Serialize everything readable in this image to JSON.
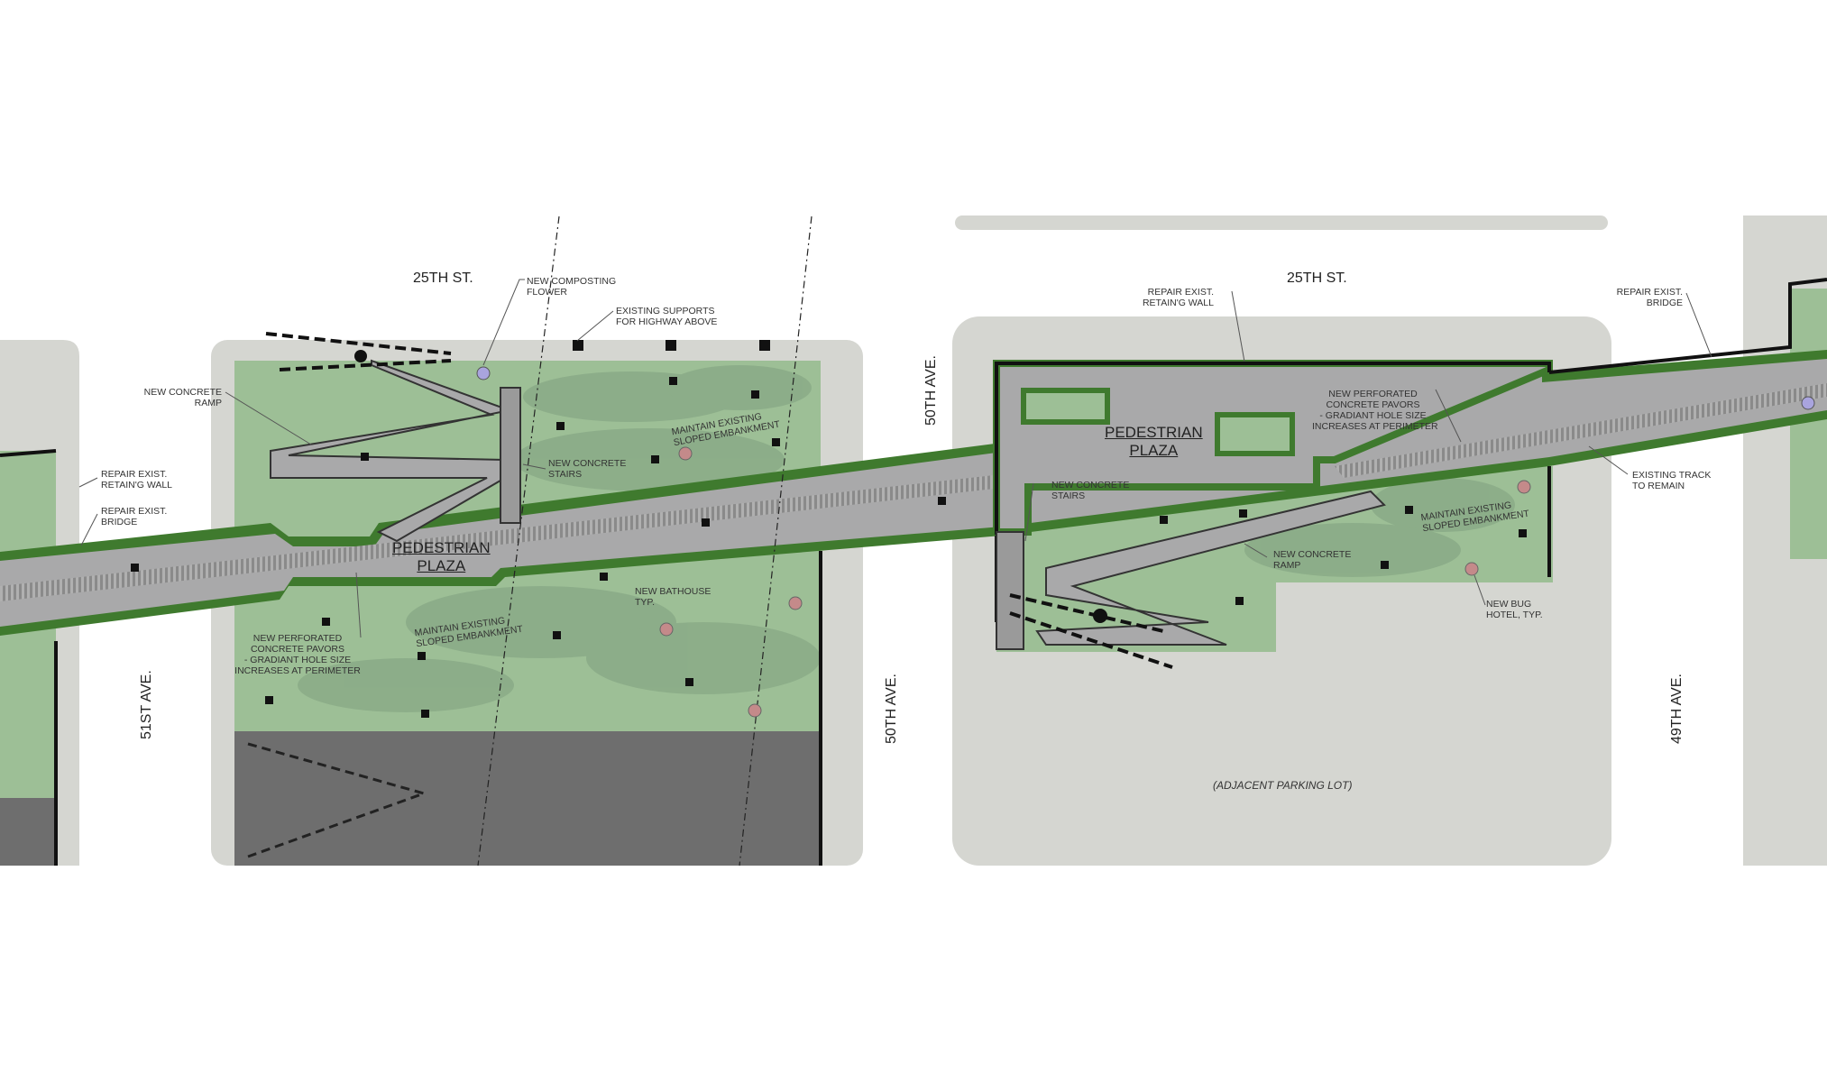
{
  "streets": {
    "st_left": "25TH ST.",
    "st_right": "25TH ST.",
    "ave_51": "51ST AVE.",
    "ave_50_bottom": "50TH AVE.",
    "ave_50_top": "50TH AVE.",
    "ave_49": "49TH AVE."
  },
  "plazas": [
    {
      "line1": "PEDESTRIAN",
      "line2": "PLAZA"
    },
    {
      "line1": "PEDESTRIAN",
      "line2": "PLAZA"
    }
  ],
  "parking": "(ADJACENT PARKING LOT)",
  "labels": {
    "composting": [
      "NEW COMPOSTING",
      "FLOWER"
    ],
    "supports": [
      "EXISTING SUPPORTS",
      "FOR HIGHWAY ABOVE"
    ],
    "ramp_left": [
      "NEW CONCRETE",
      "RAMP"
    ],
    "retaining_left": [
      "REPAIR EXIST.",
      "RETAIN'G WALL"
    ],
    "bridge_left": [
      "REPAIR EXIST.",
      "BRIDGE"
    ],
    "stairs_left": [
      "NEW CONCRETE",
      "STAIRS"
    ],
    "embank_left": [
      "MAINTAIN EXISTING",
      "SLOPED EMBANKMENT"
    ],
    "bathhouse": [
      "NEW BATHOUSE",
      "TYP."
    ],
    "embank_left2": [
      "MAINTAIN EXISTING",
      "SLOPED EMBANKMENT"
    ],
    "pavors_left": [
      "NEW PERFORATED",
      "CONCRETE PAVORS",
      "- GRADIANT HOLE SIZE",
      "INCREASES AT PERIMETER"
    ],
    "retaining_right": [
      "REPAIR EXIST.",
      "RETAIN'G WALL"
    ],
    "bridge_right": [
      "REPAIR EXIST.",
      "BRIDGE"
    ],
    "pavors_right": [
      "NEW PERFORATED",
      "CONCRETE PAVORS",
      "- GRADIANT HOLE SIZE",
      "INCREASES AT PERIMETER"
    ],
    "stairs_right": [
      "NEW CONCRETE",
      "STAIRS"
    ],
    "embank_right": [
      "MAINTAIN EXISTING",
      "SLOPED EMBANKMENT"
    ],
    "ramp_right": [
      "NEW CONCRETE",
      "RAMP"
    ],
    "track": [
      "EXISTING TRACK",
      "TO REMAIN"
    ],
    "bughotel": [
      "NEW BUG",
      "HOTEL, TYP."
    ]
  },
  "colors": {
    "sidewalk": "#d5d6d1",
    "green": "#9dbf96",
    "plaza": "#a9a9aa",
    "lot": "#6e6e6e",
    "hedge": "#3f7a2e"
  }
}
